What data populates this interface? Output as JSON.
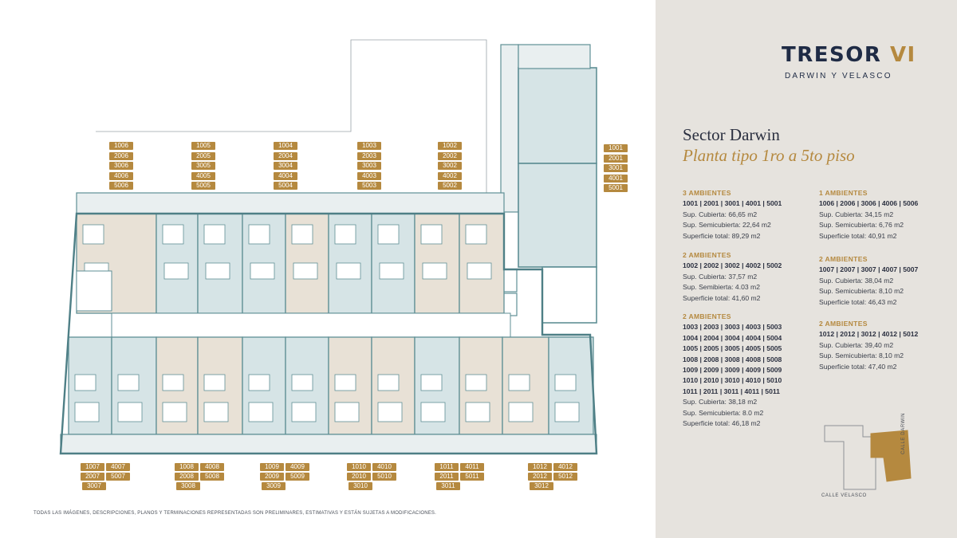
{
  "brand": {
    "name": "TRESOR",
    "roman": "VI",
    "subtitle": "DARWIN Y VELASCO"
  },
  "sector": {
    "title": "Sector Darwin",
    "subtitle": "Planta tipo 1ro a 5to piso"
  },
  "specs": [
    {
      "heading": "3 AMBIENTES",
      "units": "1001 | 2001 | 3001 | 4001 | 5001",
      "lines": [
        "Sup. Cubierta: 66,65 m2",
        "Sup. Semicubierta: 22,64 m2",
        "Superficie total: 89,29 m2"
      ]
    },
    {
      "heading": "2 AMBIENTES",
      "units": "1002 | 2002 | 3002 | 4002 | 5002",
      "lines": [
        "Sup. Cubierta: 37,57 m2",
        "Sup. Semibierta: 4.03 m2",
        "Superficie total: 41,60 m2"
      ]
    },
    {
      "heading": "2 AMBIENTES",
      "units_lines": [
        "1003 | 2003 | 3003 | 4003 | 5003",
        "1004 | 2004 | 3004 | 4004 | 5004",
        "1005 | 2005 | 3005 | 4005 | 5005",
        "1008 | 2008 | 3008 | 4008 | 5008",
        "1009 | 2009 | 3009 | 4009 | 5009",
        "1010 | 2010 | 3010 | 4010 | 5010",
        "1011 | 2011 | 3011 | 4011 | 5011"
      ],
      "lines": [
        "Sup. Cubierta: 38,18 m2",
        "Sup. Semicubierta: 8.0 m2",
        "Superficie total: 46,18 m2"
      ]
    },
    {
      "heading": "1 AMBIENTES",
      "units": "1006 | 2006 | 3006 | 4006 | 5006",
      "lines": [
        "Sup. Cubierta: 34,15 m2",
        "Sup. Semicubierta: 6,76 m2",
        "Superficie total: 40,91 m2"
      ]
    },
    {
      "heading": "2 AMBIENTES",
      "units": "1007 | 2007 | 3007 | 4007 | 5007",
      "lines": [
        "Sup. Cubierta: 38,04 m2",
        "Sup. Semicubierta: 8,10 m2",
        "Superficie total: 46,43 m2"
      ]
    },
    {
      "heading": "2 AMBIENTES",
      "units": "1012 | 2012 | 3012 | 4012 | 5012",
      "lines": [
        "Sup. Cubierta: 39,40 m2",
        "Sup. Semicubierta: 8,10 m2",
        "Superficie total: 47,40 m2"
      ]
    }
  ],
  "top_tags": [
    [
      "1006",
      "2006",
      "3006",
      "4006",
      "5006"
    ],
    [
      "1005",
      "2005",
      "3005",
      "4005",
      "5005"
    ],
    [
      "1004",
      "2004",
      "3004",
      "4004",
      "5004"
    ],
    [
      "1003",
      "2003",
      "3003",
      "4003",
      "5003"
    ],
    [
      "1002",
      "2002",
      "3002",
      "4002",
      "5002"
    ]
  ],
  "right_tags": [
    "1001",
    "2001",
    "3001",
    "4001",
    "5001"
  ],
  "bottom_tags": [
    [
      "1007",
      "4007",
      "2007",
      "5007",
      "3007"
    ],
    [
      "1008",
      "4008",
      "2008",
      "5008",
      "3008"
    ],
    [
      "1009",
      "4009",
      "2009",
      "5009",
      "3009"
    ],
    [
      "1010",
      "4010",
      "2010",
      "5010",
      "3010"
    ],
    [
      "1011",
      "4011",
      "2011",
      "5011",
      "3011"
    ],
    [
      "1012",
      "4012",
      "2012",
      "5012",
      "3012"
    ]
  ],
  "disclaimer": "TODAS LAS IMÁGENES, DESCRIPCIONES, PLANOS Y TERMINACIONES REPRESENTADAS SON PRELIMINARES, ESTIMATIVAS Y ESTÁN SUJETAS A MODIFICACIONES.",
  "map": {
    "street_velasco": "CALLE VELASCO",
    "street_darwin": "CALLE DARWIN"
  },
  "colors": {
    "gold": "#b5893f",
    "navy": "#1f2b45",
    "panel": "#e6e3de",
    "wall": "#5f8f95",
    "unit_beige": "#e8e1d6",
    "unit_blue": "#d6e4e6"
  }
}
